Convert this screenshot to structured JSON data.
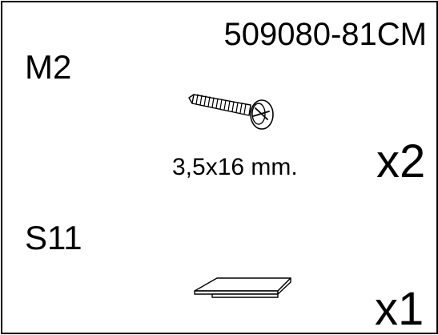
{
  "part_number": "509080-81CM",
  "hardware": [
    {
      "code": "M2",
      "icon": "screw-icon",
      "dimension": "3,5x16 mm.",
      "quantity": "x2"
    },
    {
      "code": "S11",
      "icon": "bracket-icon",
      "quantity": "x1"
    }
  ],
  "colors": {
    "ink": "#000000",
    "background": "#ffffff"
  }
}
